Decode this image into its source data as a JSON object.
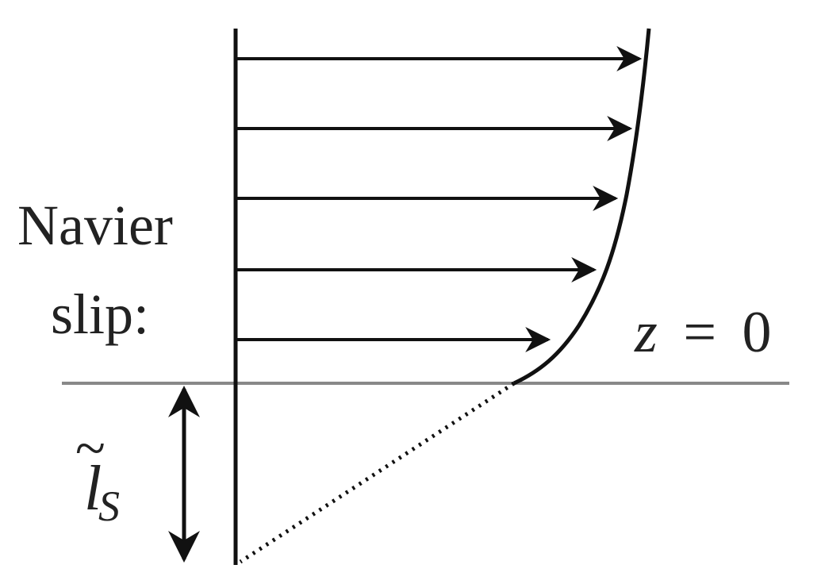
{
  "labels": {
    "line1": "Navier",
    "line2": "slip:",
    "boundary_var": "z",
    "boundary_eq": "=",
    "boundary_val": "0",
    "slip_symbol": "l",
    "slip_subscript": "S",
    "slip_accent": "~"
  },
  "colors": {
    "ink": "#111111",
    "boundary_line": "#888888",
    "text": "#222222"
  }
}
